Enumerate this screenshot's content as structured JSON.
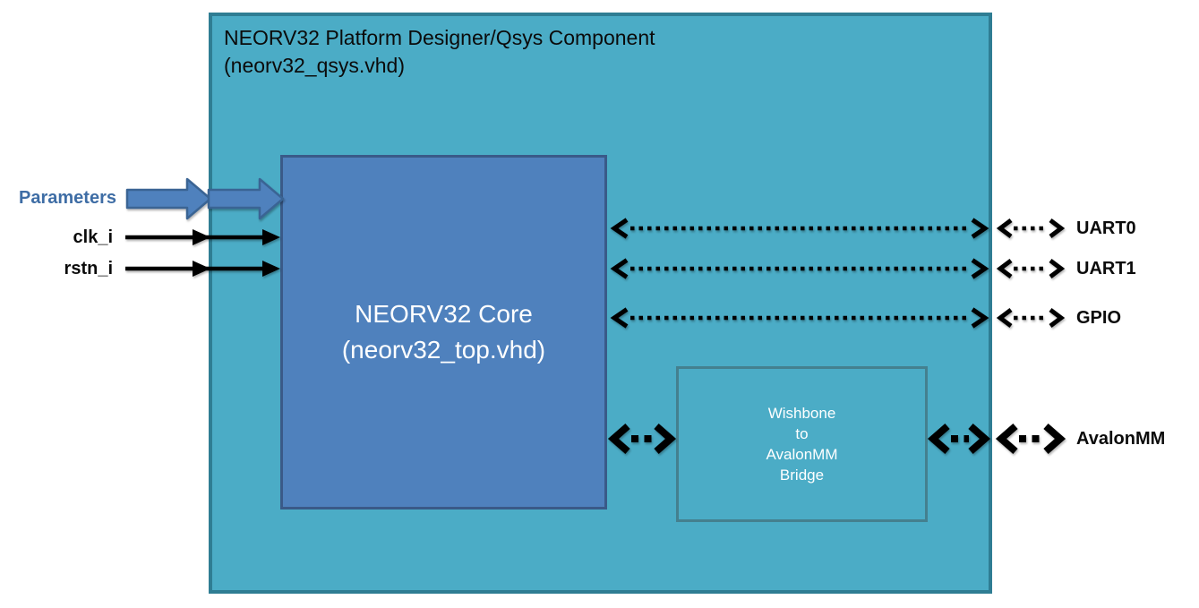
{
  "diagram": {
    "outer_box": {
      "title_line1": "NEORV32 Platform Designer/Qsys Component",
      "title_line2": "(neorv32_qsys.vhd)"
    },
    "core_box": {
      "line1": "NEORV32 Core",
      "line2": "(neorv32_top.vhd)"
    },
    "bridge_box": {
      "lines": [
        "Wishbone",
        "to",
        "AvalonMM",
        "Bridge"
      ]
    },
    "left_ports": [
      {
        "label": "Parameters",
        "type": "block-arrow-input"
      },
      {
        "label": "clk_i",
        "type": "signal-input"
      },
      {
        "label": "rstn_i",
        "type": "signal-input"
      }
    ],
    "right_ports": [
      {
        "label": "UART0",
        "type": "bidirectional-dotted"
      },
      {
        "label": "UART1",
        "type": "bidirectional-dotted"
      },
      {
        "label": "GPIO",
        "type": "bidirectional-dotted"
      },
      {
        "label": "AvalonMM",
        "type": "bidirectional-thick-dashed"
      }
    ]
  },
  "colors": {
    "page_bg": "#ffffff",
    "outer_fill": "#4BACC6",
    "outer_border": "#2F7D93",
    "core_fill": "#4F81BD",
    "core_border": "#3A5A88",
    "bridge_border": "#44808F",
    "block_arrow_fill": "#4F81BD",
    "block_arrow_border": "#3A6494",
    "params_text": "#3E6DA5",
    "label_black": "#0b0b0b",
    "title_text": "#0b0b0b",
    "box_text": "#ffffff",
    "arrow_black": "#000000"
  }
}
